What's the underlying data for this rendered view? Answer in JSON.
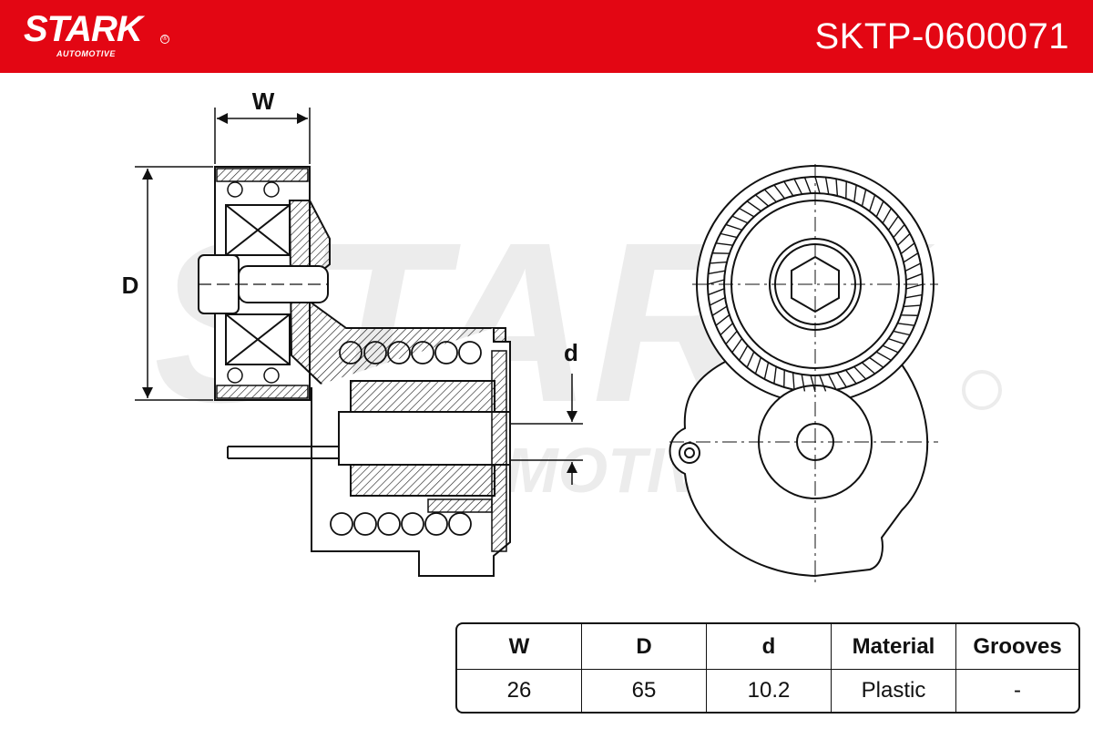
{
  "brand": {
    "name": "STARK",
    "registered": "®",
    "tagline": "AUTOMOTIVE"
  },
  "part_number": "SKTP-0600071",
  "dimension_labels": {
    "width": "W",
    "diameter": "D",
    "bore": "d"
  },
  "watermark": {
    "main": "STARK",
    "sub": "AUTOMOTIVE"
  },
  "spec_table": {
    "headers": [
      "W",
      "D",
      "d",
      "Material",
      "Grooves"
    ],
    "values": [
      "26",
      "65",
      "10.2",
      "Plastic",
      "-"
    ]
  },
  "colors": {
    "brand_red": "#e30613",
    "line": "#111111",
    "watermark": "#ececec"
  }
}
